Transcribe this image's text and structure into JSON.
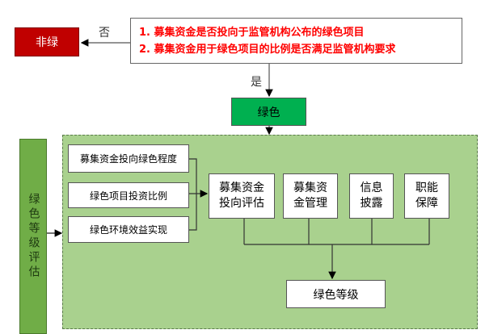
{
  "criteria": {
    "line1": "1. 募集资金是否投向于监管机构公布的绿色项目",
    "line2": "2. 募集资金用于绿色项目的比例是否满足监管机构要求"
  },
  "no_label": "否",
  "yes_label": "是",
  "non_green": "非绿",
  "green": "绿色",
  "side_label": "绿色等级评估",
  "inputs": [
    "募集资金投向绿色程度",
    "绿色项目投资比例",
    "绿色环境效益实现"
  ],
  "dimensions": [
    {
      "line1": "募集资金",
      "line2": "投向评估"
    },
    {
      "line1": "募集资",
      "line2": "金管理"
    },
    {
      "line1": "信息",
      "line2": "披露"
    },
    {
      "line1": "职能",
      "line2": "保障"
    }
  ],
  "result": "绿色等级",
  "colors": {
    "red": "#c00000",
    "green": "#00b050",
    "panel": "#a9d18e",
    "bar": "#70ad47"
  }
}
